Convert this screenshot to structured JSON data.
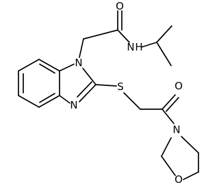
{
  "molecule": {
    "atoms": {
      "O_amide": "O",
      "NH_amide": "N",
      "H_amide": "H",
      "N1_benzimidazole": "N",
      "S_thioether": "S",
      "N3_benzimidazole": "N",
      "O_ketone": "O",
      "N_morpholine": "N",
      "O_morpholine": "O"
    }
  }
}
